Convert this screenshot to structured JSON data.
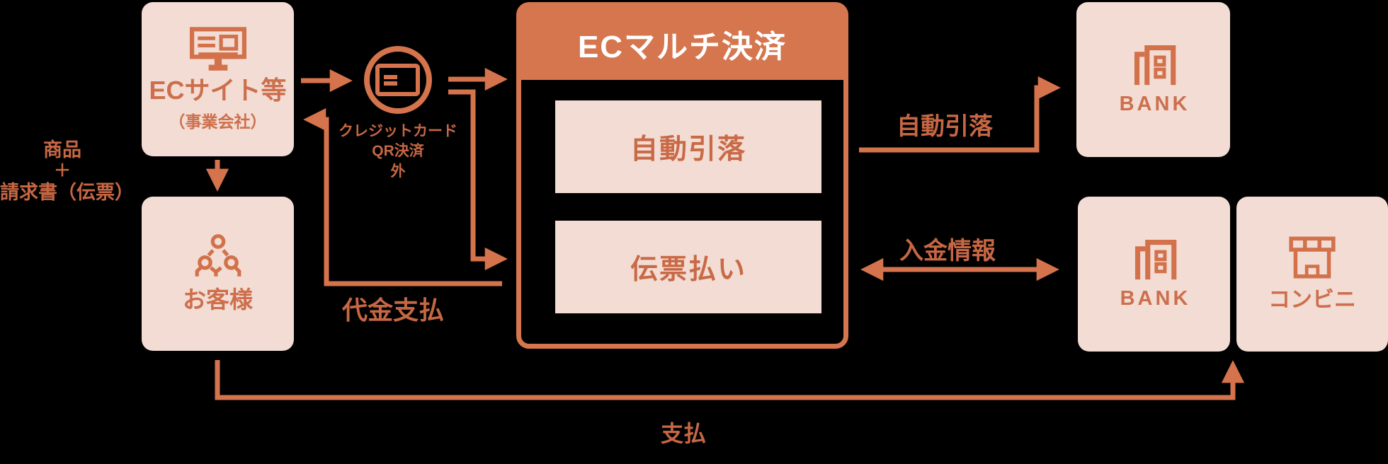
{
  "colors": {
    "accent_line": "#d4734c",
    "header_fill": "#d5764f",
    "box_fill": "#f2dcd4",
    "box_text": "#cd6f4c",
    "inner_text": "#c96a47",
    "edge_label_text": "#c66744",
    "header_text": "#ffffff",
    "background": "#000000"
  },
  "nodes": {
    "ecsite": {
      "label": "ECサイト等",
      "sublabel": "（事業会社）",
      "icon": "monitor-icon"
    },
    "customer": {
      "label": "お客様",
      "icon": "people-icon"
    },
    "payment_methods": {
      "lines": [
        "クレジットカード",
        "QR決済",
        "外"
      ],
      "icon": "credit-card-icon"
    },
    "ecmulti": {
      "title": "ECマルチ決済",
      "items": [
        {
          "label": "自動引落"
        },
        {
          "label": "伝票払い"
        }
      ]
    },
    "bank_top": {
      "label": "BANK",
      "icon": "bank-icon"
    },
    "bank_bottom": {
      "label": "BANK",
      "icon": "bank-icon"
    },
    "konbini": {
      "label": "コンビニ",
      "icon": "store-icon"
    }
  },
  "edges": {
    "goods_invoice": {
      "label_lines": [
        "商品",
        "＋",
        "請求書（伝票）"
      ]
    },
    "payment_to_ecsite": {
      "label": "代金支払"
    },
    "auto_debit": {
      "label": "自動引落"
    },
    "deposit_info": {
      "label": "入金情報"
    },
    "pay": {
      "label": "支払"
    }
  }
}
